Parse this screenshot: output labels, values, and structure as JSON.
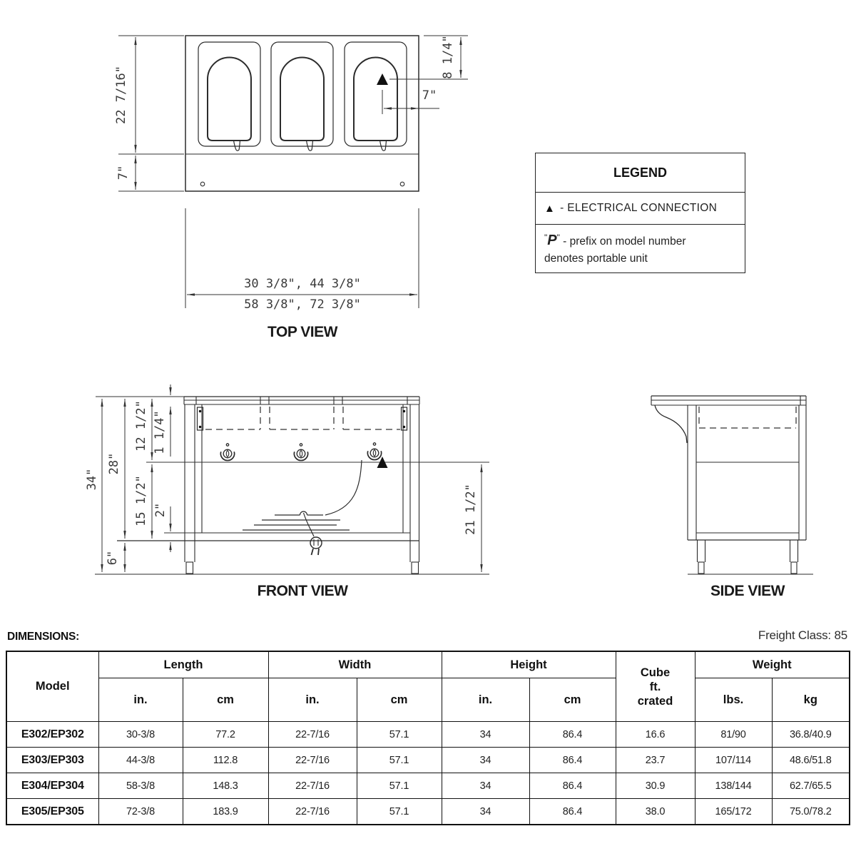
{
  "drawing": {
    "top_view": {
      "label": "TOP VIEW",
      "dim_depth_top": "22 7/16\"",
      "dim_depth_apron": "7\"",
      "dim_elec_from_top": "8 1/4\"",
      "dim_elec_from_right": "7\"",
      "dim_lengths_line1": "30 3/8\",  44 3/8\"",
      "dim_lengths_line2": "58 3/8\",  72 3/8\""
    },
    "front_view": {
      "label": "FRONT VIEW",
      "dim_overall_height": "34\"",
      "dim_work_height": "28\"",
      "dim_top_section": "12 1/2\"",
      "dim_counter_edge": "1 1/4\"",
      "dim_mid_section": "15 1/2\"",
      "dim_shelf_edge": "2\"",
      "dim_leg": "6\"",
      "dim_clearance": "21 1/2\""
    },
    "side_view": {
      "label": "SIDE VIEW"
    }
  },
  "legend": {
    "title": "LEGEND",
    "electrical_symbol": "▲",
    "electrical_label": "- ELECTRICAL CONNECTION",
    "portable_quote_open": "\"",
    "portable_prefix": "P",
    "portable_quote_close": "\"",
    "portable_label_line1": " - prefix on model number",
    "portable_label_line2": "denotes portable unit"
  },
  "dimensions": {
    "section_label": "DIMENSIONS:",
    "freight_class": "Freight Class: 85",
    "table": {
      "header_groups": {
        "model": "Model",
        "length": "Length",
        "width": "Width",
        "height": "Height",
        "cube": "Cube\nft.\ncrated",
        "weight": "Weight"
      },
      "header_units": {
        "length_in": "in.",
        "length_cm": "cm",
        "width_in": "in.",
        "width_cm": "cm",
        "height_in": "in.",
        "height_cm": "cm",
        "weight_lbs": "lbs.",
        "weight_kg": "kg"
      },
      "rows": [
        {
          "model": "E302/EP302",
          "length_in": "30-3/8",
          "length_cm": "77.2",
          "width_in": "22-7/16",
          "width_cm": "57.1",
          "height_in": "34",
          "height_cm": "86.4",
          "cube": "16.6",
          "weight_lbs": "81/90",
          "weight_kg": "36.8/40.9"
        },
        {
          "model": "E303/EP303",
          "length_in": "44-3/8",
          "length_cm": "112.8",
          "width_in": "22-7/16",
          "width_cm": "57.1",
          "height_in": "34",
          "height_cm": "86.4",
          "cube": "23.7",
          "weight_lbs": "107/114",
          "weight_kg": "48.6/51.8"
        },
        {
          "model": "E304/EP304",
          "length_in": "58-3/8",
          "length_cm": "148.3",
          "width_in": "22-7/16",
          "width_cm": "57.1",
          "height_in": "34",
          "height_cm": "86.4",
          "cube": "30.9",
          "weight_lbs": "138/144",
          "weight_kg": "62.7/65.5"
        },
        {
          "model": "E305/EP305",
          "length_in": "72-3/8",
          "length_cm": "183.9",
          "width_in": "22-7/16",
          "width_cm": "57.1",
          "height_in": "34",
          "height_cm": "86.4",
          "cube": "38.0",
          "weight_lbs": "165/172",
          "weight_kg": "75.0/78.2"
        }
      ]
    }
  }
}
